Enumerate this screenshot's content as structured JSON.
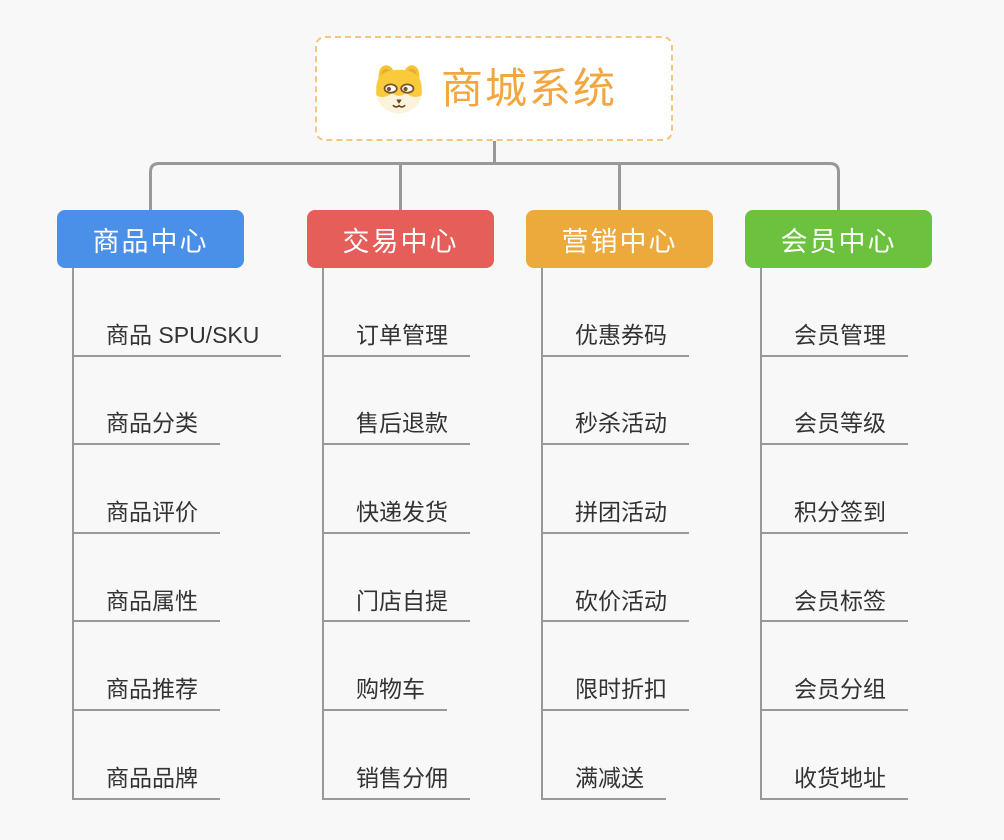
{
  "root": {
    "title": "商城系统",
    "icon": "dog-face-icon",
    "accent_color": "#f2a63f",
    "border_color": "#f4c67f"
  },
  "style": {
    "background_color": "#f8f8f8",
    "connector_color": "#999999",
    "child_text_color": "#333333"
  },
  "branches": [
    {
      "label": "商品中心",
      "color": "#4a8fe8",
      "children": [
        "商品 SPU/SKU",
        "商品分类",
        "商品评价",
        "商品属性",
        "商品推荐",
        "商品品牌"
      ]
    },
    {
      "label": "交易中心",
      "color": "#e55e59",
      "children": [
        "订单管理",
        "售后退款",
        "快递发货",
        "门店自提",
        "购物车",
        "销售分佣"
      ]
    },
    {
      "label": "营销中心",
      "color": "#edaa3c",
      "children": [
        "优惠券码",
        "秒杀活动",
        "拼团活动",
        "砍价活动",
        "限时折扣",
        "满减送"
      ]
    },
    {
      "label": "会员中心",
      "color": "#6cc13e",
      "children": [
        "会员管理",
        "会员等级",
        "积分签到",
        "会员标签",
        "会员分组",
        "收货地址"
      ]
    }
  ]
}
